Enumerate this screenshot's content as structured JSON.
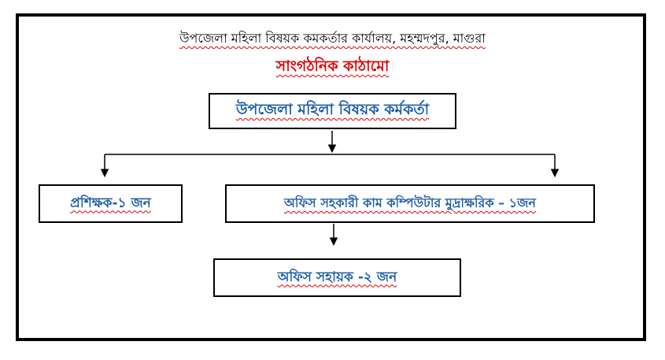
{
  "header": {
    "office_name": "উপজেলা মহিলা বিষয়ক কমকর্তার কার্যালয়, মহম্মদপুর, মাগুরা",
    "chart_title": "সাংগঠনিক কাঠামো"
  },
  "nodes": {
    "head": "উপজেলা মহিলা বিষয়ক কর্মকর্তা",
    "trainer": "প্রশিক্ষক-১ জন",
    "office_assistant_computer_typist": "অফিস সহকারী কাম কম্পিউটার মুদ্রাক্ষরিক – ১জন",
    "office_helper": "অফিস সহায়ক -২ জন"
  },
  "colors": {
    "title": "#e00000",
    "box_text": "#1f5fa8",
    "border": "#000000"
  }
}
